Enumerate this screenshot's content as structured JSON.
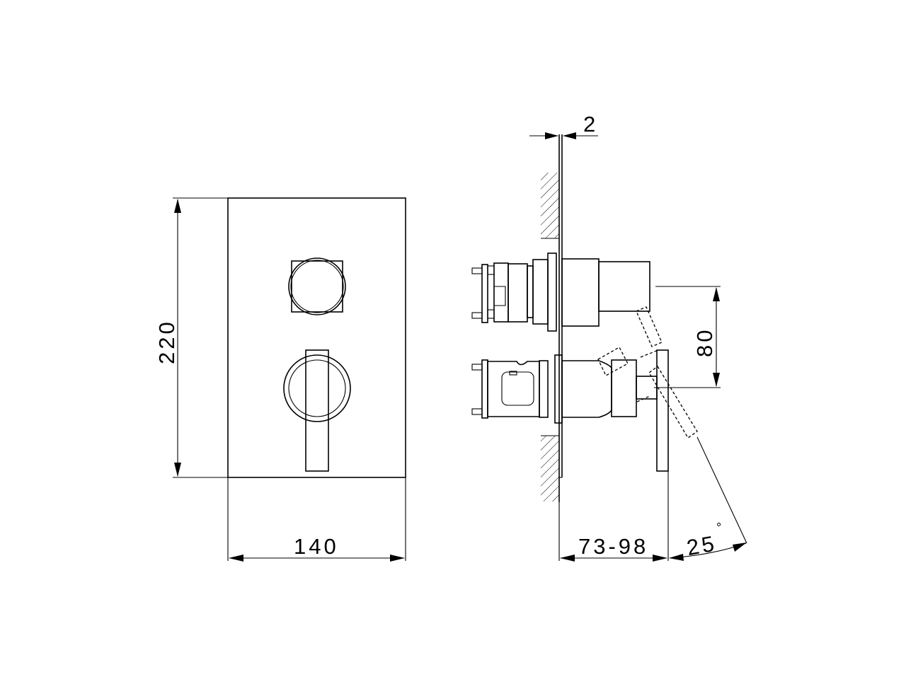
{
  "drawing": {
    "type": "technical-drawing",
    "subject": "concealed shower mixer with diverter — front and side elevation",
    "stroke_color": "#000000",
    "background_color": "#ffffff"
  },
  "front_view": {
    "plate_width_label": "140",
    "plate_height_label": "220",
    "components": [
      "square-diverter-knob",
      "lever-handle",
      "ring-escutcheon"
    ]
  },
  "side_view": {
    "plate_thickness_label": "2",
    "projection_label": "73-98",
    "axis_spacing_label": "80",
    "lever_rotation_label": "25",
    "degree_symbol": "°"
  }
}
